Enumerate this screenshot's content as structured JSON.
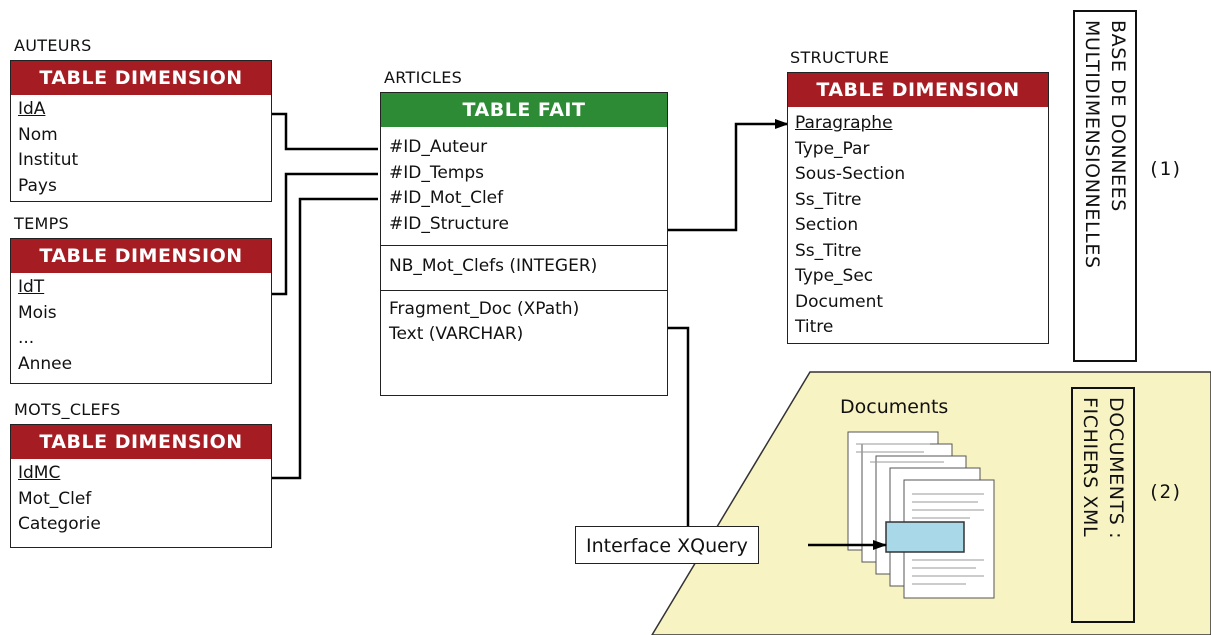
{
  "auteurs": {
    "title": "AUTEURS",
    "header": "TABLE DIMENSION",
    "fields": [
      "IdA",
      "Nom",
      "Institut",
      "Pays"
    ]
  },
  "temps": {
    "title": "TEMPS",
    "header": "TABLE DIMENSION",
    "fields": [
      "IdT",
      "Mois",
      "...",
      "Annee"
    ]
  },
  "mots_clefs": {
    "title": "MOTS_CLEFS",
    "header": "TABLE DIMENSION",
    "fields": [
      "IdMC",
      "Mot_Clef",
      "Categorie"
    ]
  },
  "articles": {
    "title": "ARTICLES",
    "header": "TABLE FAIT",
    "keys": [
      "#ID_Auteur",
      "#ID_Temps",
      "#ID_Mot_Clef",
      "#ID_Structure"
    ],
    "measure": "NB_Mot_Clefs (INTEGER)",
    "doc_fields": [
      "Fragment_Doc (XPath)",
      "Text (VARCHAR)"
    ]
  },
  "structure": {
    "title": "STRUCTURE",
    "header": "TABLE DIMENSION",
    "fields": [
      "Paragraphe",
      "Type_Par",
      "Sous-Section",
      "Ss_Titre",
      "Section",
      "Ss_Titre",
      "Type_Sec",
      "Document",
      "Titre"
    ]
  },
  "base_label": {
    "line1": "BASE DE DONNEES",
    "line2": "MULTIDIMENSIONNELLES",
    "number": "(1)"
  },
  "docs_label": {
    "line1": "DOCUMENTS :",
    "line2": "FICHIERS XML",
    "number": "(2)"
  },
  "documents_title": "Documents",
  "interface_label": "Interface XQuery",
  "colors": {
    "dimension_header": "#a51c22",
    "fact_header": "#2e8b35",
    "documents_area": "#f7f3c3"
  }
}
